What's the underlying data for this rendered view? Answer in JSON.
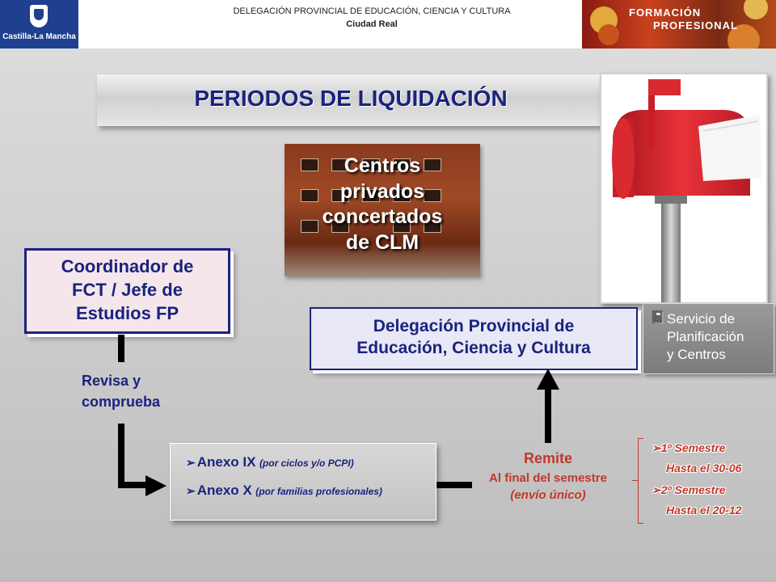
{
  "header": {
    "left_logo_text": "Castilla-La Mancha",
    "title": "DELEGACIÓN PROVINCIAL DE EDUCACIÓN, CIENCIA Y CULTURA",
    "subtitle": "Ciudad Real",
    "right_logo_line1": "FORMACIÓN",
    "right_logo_line2": "PROFESIONAL"
  },
  "slide": {
    "title": "PERIODOS DE LIQUIDACIÓN",
    "school_label_lines": [
      "Centros",
      "privados",
      "concertados",
      "de CLM"
    ],
    "coordinator_lines": [
      "Coordinador de",
      "FCT / Jefe de",
      "Estudios FP"
    ],
    "review_lines": [
      "Revisa y",
      "comprueba"
    ],
    "delegation_lines": [
      "Delegación Provincial de",
      "Educación, Ciencia y Cultura"
    ],
    "service_icon": "notebook-icon",
    "service_lines": [
      "Servicio de",
      "Planificación",
      "y Centros"
    ],
    "annexes": [
      {
        "main": "Anexo IX",
        "note": "(por ciclos y/o PCPI)"
      },
      {
        "main": "Anexo X",
        "note": "(por familias profesionales)"
      }
    ],
    "remit": {
      "title": "Remite",
      "line1": "Al final del semestre",
      "line2": "(envío único)"
    },
    "semesters": [
      {
        "label": "1º Semestre",
        "deadline": "Hasta el 30-06"
      },
      {
        "label": "2º Semestre",
        "deadline": "Hasta el 20-12"
      }
    ]
  },
  "colors": {
    "navy": "#1a237e",
    "red": "#c0392b",
    "brand_blue": "#1f3f8f"
  }
}
